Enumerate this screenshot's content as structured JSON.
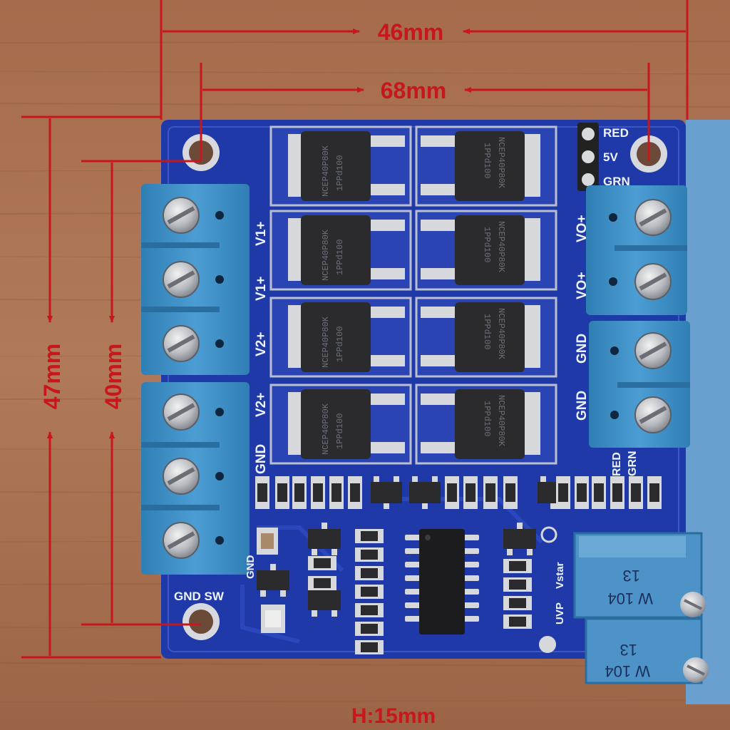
{
  "dimensions": {
    "width_top": "46mm",
    "width_inner": "68mm",
    "height_outer": "47mm",
    "height_inner": "40mm",
    "thickness": "H:15mm"
  },
  "board": {
    "header_pins": [
      "RED",
      "5V",
      "GRN"
    ],
    "left_terminals": [
      "V1+",
      "V1+",
      "V2+",
      "V2+",
      "GND"
    ],
    "right_terminals": [
      "VO+",
      "VO+",
      "GND",
      "GND"
    ],
    "led_labels": [
      "RED",
      "GRN"
    ],
    "bottom_labels": {
      "gnd": "GND",
      "gnd_sw": "GND SW",
      "vstart": "Vstar",
      "uvp": "UVP"
    },
    "mosfet_top": "NCEP40P80K",
    "mosfet_bottom": "1PPd100",
    "trimmer_code": "13",
    "trimmer_value": "W 104"
  },
  "colors": {
    "wood": "#a87052",
    "pcb": "#1f3aa8",
    "terminal": "#3f8fc4",
    "dimension_line": "#c8161d"
  }
}
